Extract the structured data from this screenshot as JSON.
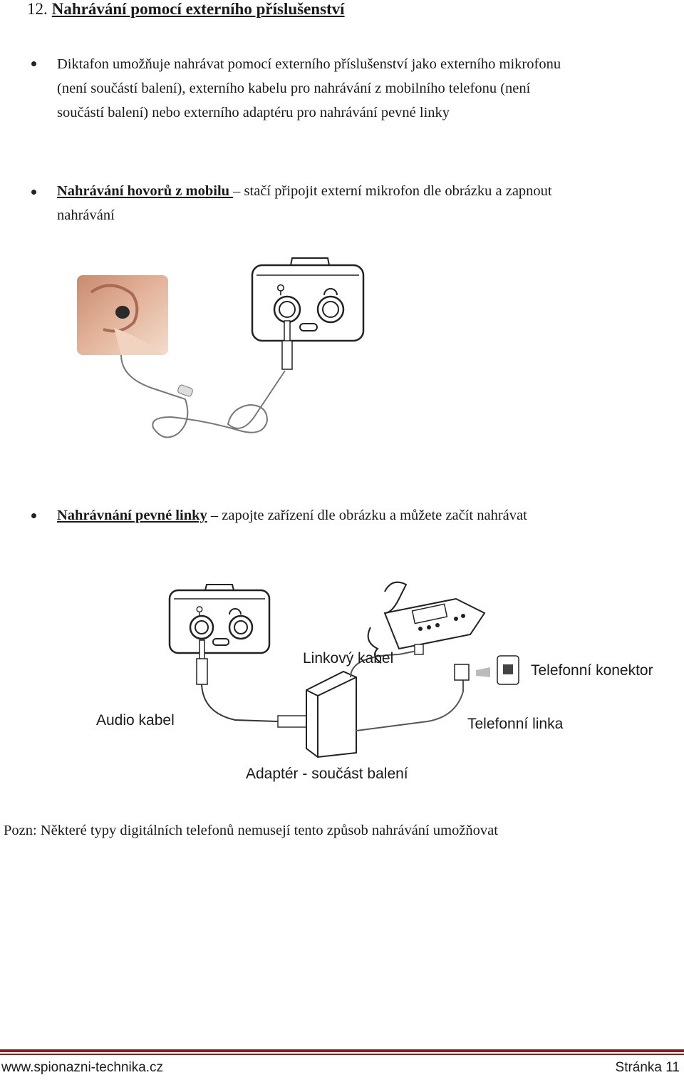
{
  "heading": {
    "number": "12.",
    "title": "Nahrávání pomocí externího příslušenství"
  },
  "bullets": [
    {
      "text_lines": [
        "Diktafon umožňuje nahrávat pomocí externího příslušenství jako externího mikrofonu",
        "(není součástí balení), externího kabelu pro nahrávání z mobilního telefonu (není",
        "součástí balení) nebo externího adaptéru pro nahrávání pevné linky"
      ]
    },
    {
      "bold": "Nahrávání hovorů z mobilu ",
      "rest_line1": " stačí připojit externí mikrofon dle obrázku a zapnout",
      "rest_line2": "nahrávání"
    },
    {
      "bold": "Nahrávnání pevné linky",
      "rest": " zapojte zařízení dle obrázku a můžete začít nahrávat"
    }
  ],
  "figure2_labels": {
    "line_cable": "Linkový kabel",
    "phone_connector": "Telefonní konektor",
    "audio_cable": "Audio kabel",
    "phone_line": "Telefonní linka",
    "adapter": "Adaptér - součást balení"
  },
  "note": "Pozn: Některé typy digitálních telefonů nemusejí tento způsob nahrávání umožňovat",
  "footer": {
    "website": "www.spionazni-technika.cz",
    "page": "Stránka 11"
  },
  "icons": [
    "microphone-icon",
    "headphones-icon"
  ]
}
